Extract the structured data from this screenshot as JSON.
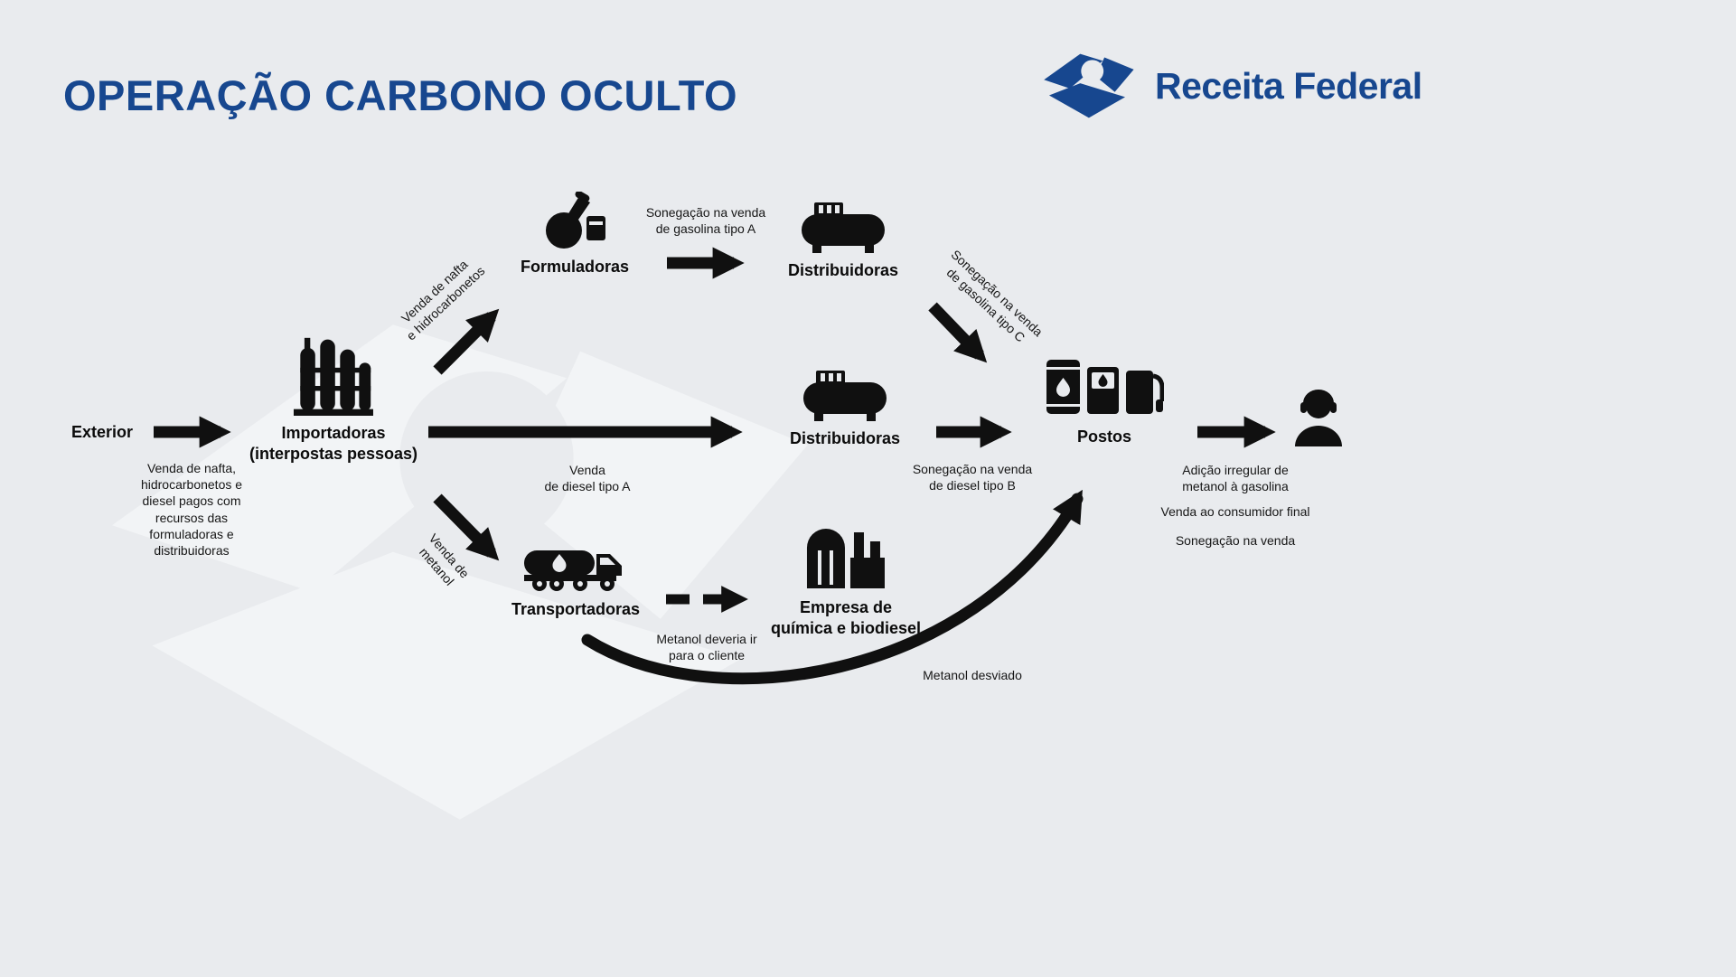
{
  "title": "OPERAÇÃO CARBONO OCULTO",
  "brand": {
    "name": "Receita Federal"
  },
  "colors": {
    "brand_blue": "#17478f",
    "ink": "#101010",
    "background": "#e9ebee"
  },
  "nodes": {
    "exterior": {
      "label": "Exterior"
    },
    "importadoras": {
      "label": "Importadoras\n(interpostas pessoas)"
    },
    "formuladoras": {
      "label": "Formuladoras"
    },
    "distribuidoras_gasolina": {
      "label": "Distribuidoras"
    },
    "distribuidoras_diesel": {
      "label": "Distribuidoras"
    },
    "transportadoras": {
      "label": "Transportadoras"
    },
    "empresa_quimica": {
      "label": "Empresa de\nquímica e biodiesel"
    },
    "postos": {
      "label": "Postos"
    }
  },
  "flows": {
    "exterior_importadoras": "Venda de nafta,\nhidrocarbonetos e\ndiesel pagos com\nrecursos das\nformuladoras e\ndistribuidoras",
    "importadoras_formuladoras": "Venda de nafta\ne hidrocarbonetos",
    "formuladoras_distribuidoras": "Sonegação na venda\nde gasolina tipo A",
    "distribuidoras_postos_gasolina": "Sonegação na venda\nde gasolina tipo C",
    "importadoras_distribuidoras": "Venda\nde diesel tipo A",
    "distribuidoras_postos_diesel": "Sonegação na venda\nde diesel tipo B",
    "importadoras_transportadoras": "Venda de\nmetanol",
    "transportadoras_empresa": "Metanol deveria ir\npara o cliente",
    "metanol_desviado": "Metanol desviado",
    "postos_consumidor_adicao": "Adição irregular de\nmetanol à gasolina",
    "postos_consumidor_venda": "Venda ao consumidor final",
    "postos_consumidor_sonegacao": "Sonegação na venda"
  }
}
